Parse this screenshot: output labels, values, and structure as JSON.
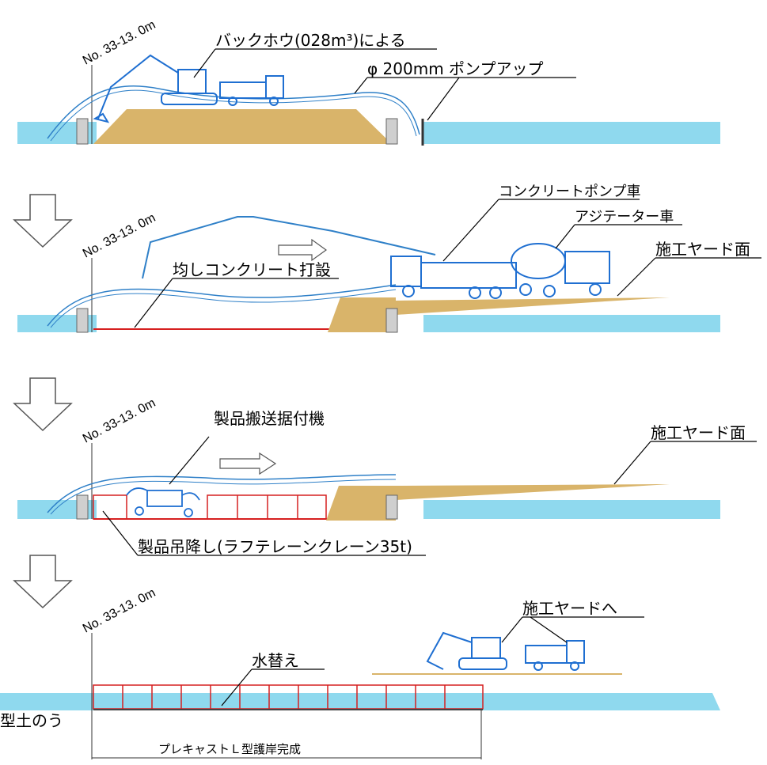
{
  "colors": {
    "water": "#8fd9ee",
    "water_edge": "#3aaed8",
    "soil": "#d9b46a",
    "machine": "#1f6fd1",
    "hose": "#2f80c8",
    "red": "#d62020",
    "sheet_pile": "#8a8a8a"
  },
  "stage1": {
    "station": "No. 33-13. 0m",
    "backhoe_label": "バックホウ(028m³)による",
    "pump_label": "φ 200mm ポンプアップ"
  },
  "stage2": {
    "station": "No. 33-13. 0m",
    "pump_truck_label": "コンクリートポンプ車",
    "agitator_label": "アジテーター車",
    "yard_label": "施工ヤード面",
    "concrete_label": "均しコンクリート打設"
  },
  "stage3": {
    "station": "No. 33-13. 0m",
    "machine_label": "製品搬送据付機",
    "yard_label": "施工ヤード面",
    "crane_label": "製品吊降し(ラフテレーンクレーン35t)"
  },
  "stage4": {
    "station": "No. 33-13. 0m",
    "to_yard_label": "施工ヤードへ",
    "water_change_label": "水替え",
    "sandbag_label": "型土のう",
    "completion_label": "プレキャストＬ型護岸完成"
  },
  "icons": {
    "step_arrow": "hollow-down-arrow-icon",
    "direction_arrow": "hollow-right-arrow-icon"
  }
}
